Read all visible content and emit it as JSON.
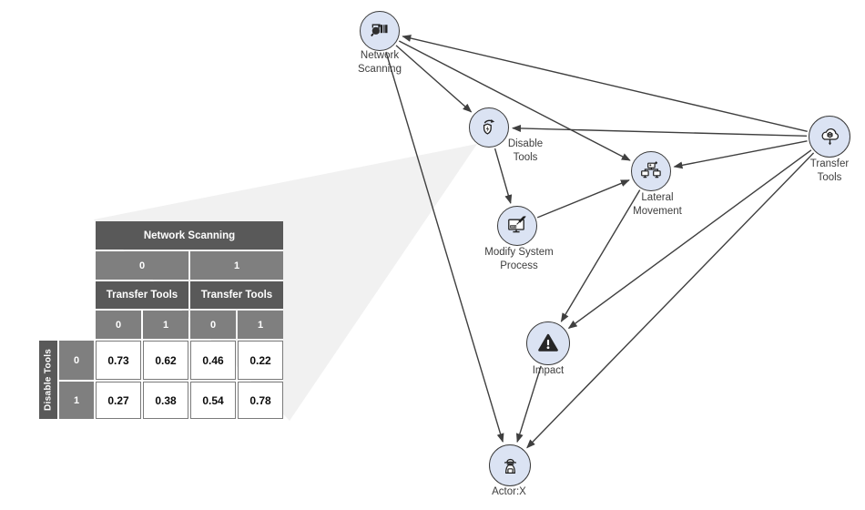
{
  "graph": {
    "nodes": [
      {
        "id": "network-scanning",
        "label": "Network\nScanning"
      },
      {
        "id": "disable-tools",
        "label": "Disable\nTools"
      },
      {
        "id": "transfer-tools",
        "label": "Transfer\nTools"
      },
      {
        "id": "lateral-movement",
        "label": "Lateral\nMovement"
      },
      {
        "id": "modify-system-process",
        "label": "Modify System\nProcess"
      },
      {
        "id": "impact",
        "label": "Impact"
      },
      {
        "id": "actor-x",
        "label": "Actor:X"
      }
    ],
    "edges": [
      {
        "from": "transfer-tools",
        "to": "network-scanning"
      },
      {
        "from": "network-scanning",
        "to": "disable-tools"
      },
      {
        "from": "network-scanning",
        "to": "lateral-movement"
      },
      {
        "from": "network-scanning",
        "to": "actor-x"
      },
      {
        "from": "transfer-tools",
        "to": "disable-tools"
      },
      {
        "from": "transfer-tools",
        "to": "lateral-movement"
      },
      {
        "from": "transfer-tools",
        "to": "impact"
      },
      {
        "from": "transfer-tools",
        "to": "actor-x"
      },
      {
        "from": "disable-tools",
        "to": "modify-system-process"
      },
      {
        "from": "modify-system-process",
        "to": "lateral-movement"
      },
      {
        "from": "lateral-movement",
        "to": "impact"
      },
      {
        "from": "impact",
        "to": "actor-x"
      }
    ]
  },
  "cpt_table": {
    "parent_header": "Network Scanning",
    "parent_states": [
      "0",
      "1"
    ],
    "subparent_headers": [
      "Transfer Tools",
      "Transfer Tools"
    ],
    "substate_headers": [
      "0",
      "1",
      "0",
      "1"
    ],
    "row_group_label": "Disable Tools",
    "row_labels": [
      "0",
      "1"
    ],
    "rows": [
      [
        "0.73",
        "0.62",
        "0.46",
        "0.22"
      ],
      [
        "0.27",
        "0.38",
        "0.54",
        "0.78"
      ]
    ]
  },
  "colors": {
    "node_fill": "#dbe3f3",
    "node_border": "#3a3a3a",
    "edge": "#3f3f3f",
    "header_dark": "#595959",
    "header_mid": "#7f7f7f",
    "cone": "#f1f1f1"
  }
}
